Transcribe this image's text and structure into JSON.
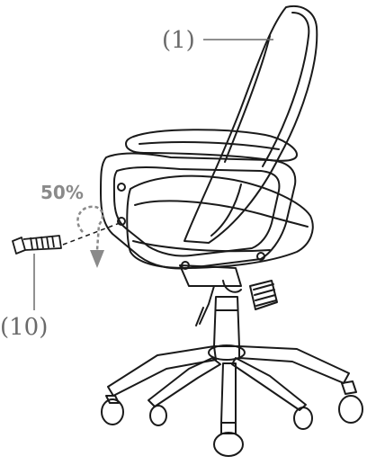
{
  "labels": {
    "part_backrest": "(1)",
    "part_screw": "(10)",
    "tighten_percent": "50%"
  },
  "colors": {
    "line": "#1a1a1a",
    "label": "#6a6a6a",
    "arrow": "#8a8a8a"
  },
  "icons": {
    "screw": "screw-icon",
    "rotate_arrow": "rotate-arrow-icon"
  }
}
